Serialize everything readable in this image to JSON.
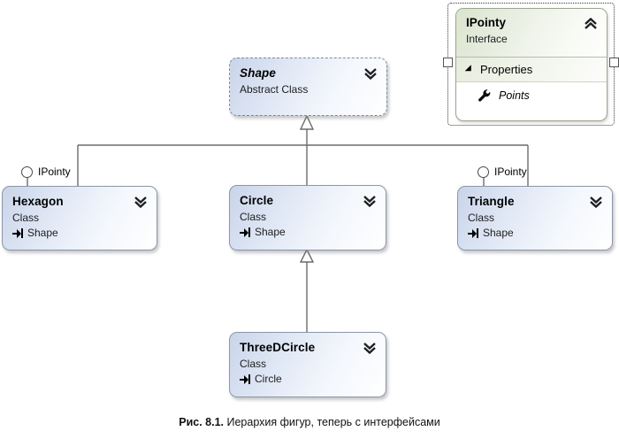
{
  "diagram": {
    "type": "uml-class-diagram",
    "caption_bold": "Рис. 8.1.",
    "caption_rest": " Иерархия фигур, теперь с интерфейсами",
    "colors": {
      "class_fill_start": "#c9d4e8",
      "class_fill_end": "#ffffff",
      "class_border": "#8a97a8",
      "interface_fill_start": "#dbe4cf",
      "interface_fill_end": "#ffffff",
      "interface_border": "#9aa58f",
      "connector": "#6b6b6b"
    }
  },
  "shape_box": {
    "title": "Shape",
    "stereotype": "Abstract Class",
    "expander_icon": "double-chevron-down-icon",
    "abstract": "true"
  },
  "classes": [
    {
      "title": "Hexagon",
      "stereotype": "Class",
      "base": "Shape",
      "base_icon": "inherits-arrow-icon",
      "expander_icon": "double-chevron-down-icon",
      "interface_label": "IPointy"
    },
    {
      "title": "Circle",
      "stereotype": "Class",
      "base": "Shape",
      "base_icon": "inherits-arrow-icon",
      "expander_icon": "double-chevron-down-icon",
      "interface_label": ""
    },
    {
      "title": "Triangle",
      "stereotype": "Class",
      "base": "Shape",
      "base_icon": "inherits-arrow-icon",
      "expander_icon": "double-chevron-down-icon",
      "interface_label": "IPointy"
    },
    {
      "title": "ThreeDCircle",
      "stereotype": "Class",
      "base": "Circle",
      "base_icon": "inherits-arrow-icon",
      "expander_icon": "double-chevron-down-icon",
      "interface_label": ""
    }
  ],
  "interface_panel": {
    "title": "IPointy",
    "stereotype": "Interface",
    "collapse_icon": "double-chevron-up-icon",
    "section": {
      "label": "Properties",
      "expander_icon": "triangle-expander-icon",
      "members": [
        {
          "name": "Points",
          "icon": "wrench-icon"
        }
      ]
    }
  }
}
